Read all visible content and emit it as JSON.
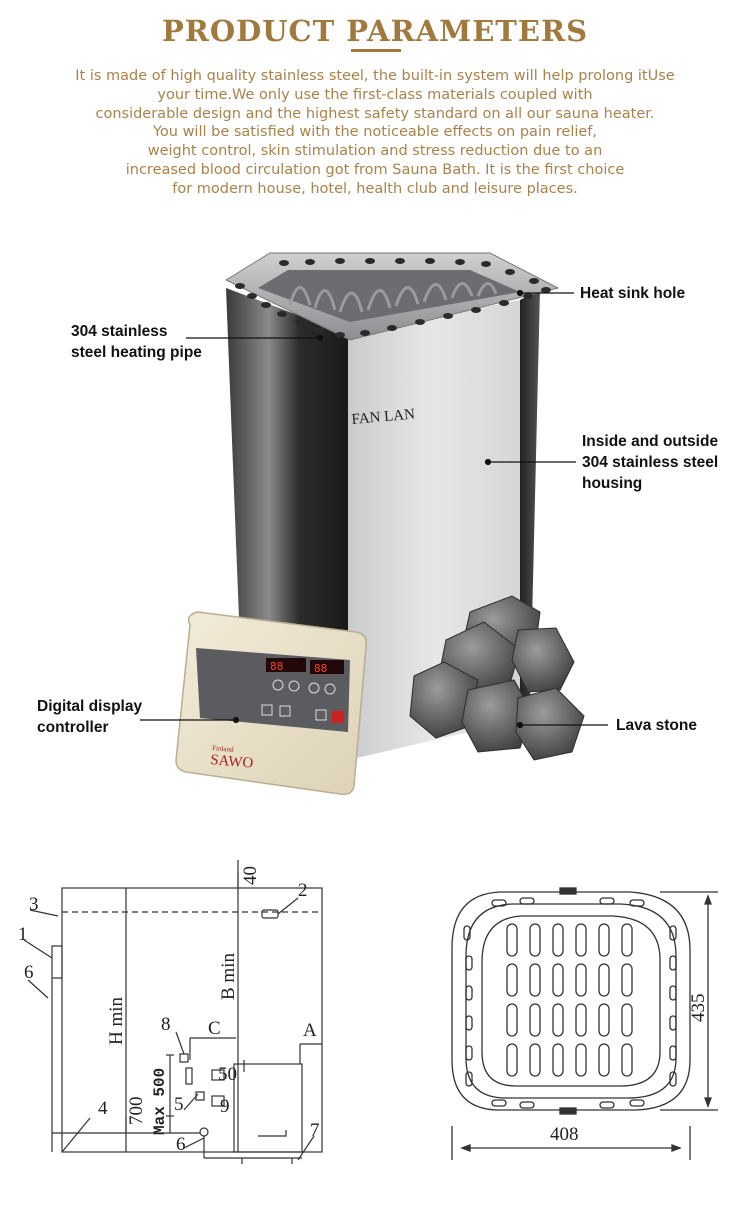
{
  "header": {
    "title": "PRODUCT PARAMETERS",
    "title_color": "#a07a3c"
  },
  "intro": {
    "lines": [
      "It is made of high quality stainless steel, the built-in system will help prolong itUse",
      "your time.We only use the first-class materials coupled with",
      "considerable design and the highest safety standard on all our sauna heater.",
      "You will be satisfied with the noticeable effects on pain relief,",
      "weight control, skin stimulation and stress reduction due to an",
      "increased blood circulation got from Sauna Bath. It is the first choice",
      "for modern house, hotel, health club and leisure places."
    ]
  },
  "product": {
    "brand": "FAN LAN",
    "controller_brand": "SAWO",
    "controller_brand_small": "Finland"
  },
  "callouts": {
    "heat_sink": [
      "Heat sink hole"
    ],
    "heating_pipe": [
      "304 stainless",
      "steel heating pipe"
    ],
    "housing": [
      "Inside and outside",
      "304 stainless steel",
      "housing"
    ],
    "controller": [
      "Digital display",
      "controller"
    ],
    "lava": [
      "Lava stone"
    ]
  },
  "diagram_side": {
    "callout_numbers": [
      "1",
      "2",
      "3",
      "4",
      "5",
      "6",
      "6",
      "7",
      "8",
      "9"
    ],
    "labels": {
      "h_min": "H min",
      "b_min": "B min",
      "dim_40": "40",
      "dim_c": "C",
      "dim_a": "A",
      "dim_50": "50",
      "dim_700": "700",
      "dim_max500": "Max 500"
    }
  },
  "diagram_top": {
    "width_label": "408",
    "height_label": "435"
  }
}
